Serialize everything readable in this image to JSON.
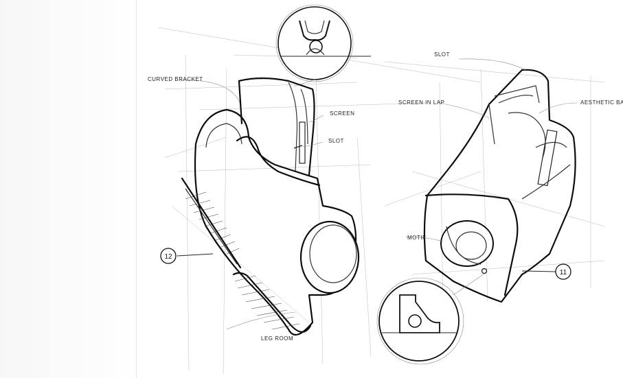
{
  "labels": {
    "curved_bracket": "CURVED BRACKET",
    "screen": "SCREEN",
    "slot_left": "SLOT",
    "leg_room": "LEG ROOM",
    "slot_right": "SLOT",
    "screen_in_lap": "SCREEN IN LAP",
    "aesthetic_barrier": "AESTHETIC BARRIER",
    "motif": "MOTIF"
  },
  "callouts": {
    "left_number": "12",
    "right_number": "11"
  },
  "icons": {
    "top_detail": "bracket-detail-icon",
    "bottom_detail": "motif-detail-icon"
  }
}
